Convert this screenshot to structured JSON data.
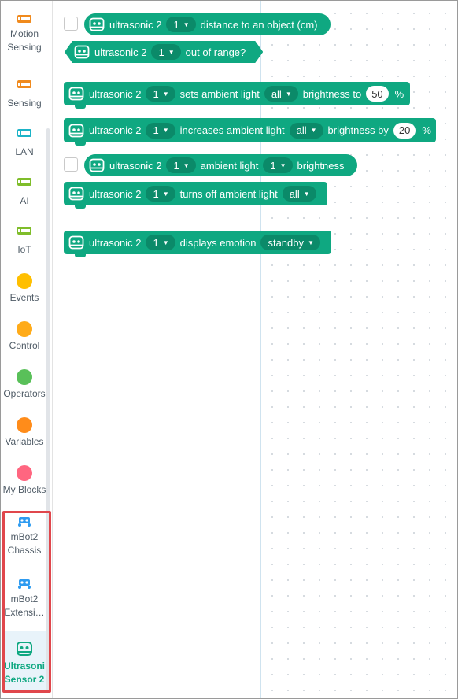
{
  "categories": [
    {
      "label1": "Motion",
      "label2": "Sensing",
      "icon": "motion-sensing-chip-icon",
      "color": "#f08a1d"
    },
    {
      "label1": "Sensing",
      "label2": "",
      "icon": "sensing-chip-icon",
      "color": "#f08a1d"
    },
    {
      "label1": "LAN",
      "label2": "",
      "icon": "lan-chip-icon",
      "color": "#1bb3c7"
    },
    {
      "label1": "AI",
      "label2": "",
      "icon": "ai-chip-icon",
      "color": "#7fbd2a"
    },
    {
      "label1": "IoT",
      "label2": "",
      "icon": "iot-chip-icon",
      "color": "#7fbd2a"
    },
    {
      "label1": "Events",
      "label2": "",
      "icon": "events-dot-icon",
      "color": "#ffbf00"
    },
    {
      "label1": "Control",
      "label2": "",
      "icon": "control-dot-icon",
      "color": "#ffab19"
    },
    {
      "label1": "Operators",
      "label2": "",
      "icon": "operators-dot-icon",
      "color": "#59c059"
    },
    {
      "label1": "Variables",
      "label2": "",
      "icon": "variables-dot-icon",
      "color": "#ff8c1a"
    },
    {
      "label1": "My Blocks",
      "label2": "",
      "icon": "my-blocks-dot-icon",
      "color": "#ff6680"
    },
    {
      "label1": "mBot2",
      "label2": "Chassis",
      "icon": "mbot2-chassis-icon",
      "color": "#2e9bf0"
    },
    {
      "label1": "mBot2",
      "label2": "Extensi…",
      "icon": "mbot2-extension-icon",
      "color": "#2e9bf0"
    },
    {
      "label1": "Ultrasoni",
      "label2": "Sensor 2",
      "icon": "ultrasonic-sensor-icon",
      "color": "#0fa881"
    }
  ],
  "blocks": {
    "distance": {
      "name": "ultrasonic 2",
      "port": "1",
      "text": "distance to an object (cm)"
    },
    "out_of_range": {
      "name": "ultrasonic 2",
      "port": "1",
      "text": "out of range?"
    },
    "sets_light": {
      "name": "ultrasonic 2",
      "port": "1",
      "text": "sets ambient light",
      "target": "all",
      "text2": "brightness to",
      "value": "50",
      "unit": "%"
    },
    "increases_light": {
      "name": "ultrasonic 2",
      "port": "1",
      "text": "increases ambient light",
      "target": "all",
      "text2": "brightness by",
      "value": "20",
      "unit": "%"
    },
    "light_brightness": {
      "name": "ultrasonic 2",
      "port": "1",
      "text": "ambient light",
      "target": "1",
      "text2": "brightness"
    },
    "turns_off": {
      "name": "ultrasonic 2",
      "port": "1",
      "text": "turns off ambient light",
      "target": "all"
    },
    "emotion": {
      "name": "ultrasonic 2",
      "port": "1",
      "text": "displays emotion",
      "target": "standby"
    }
  },
  "colors": {
    "block": "#0fa881",
    "dropdown": "#0b8a69",
    "highlight": "#e0474c",
    "selected_bg": "#e8f3fa"
  }
}
